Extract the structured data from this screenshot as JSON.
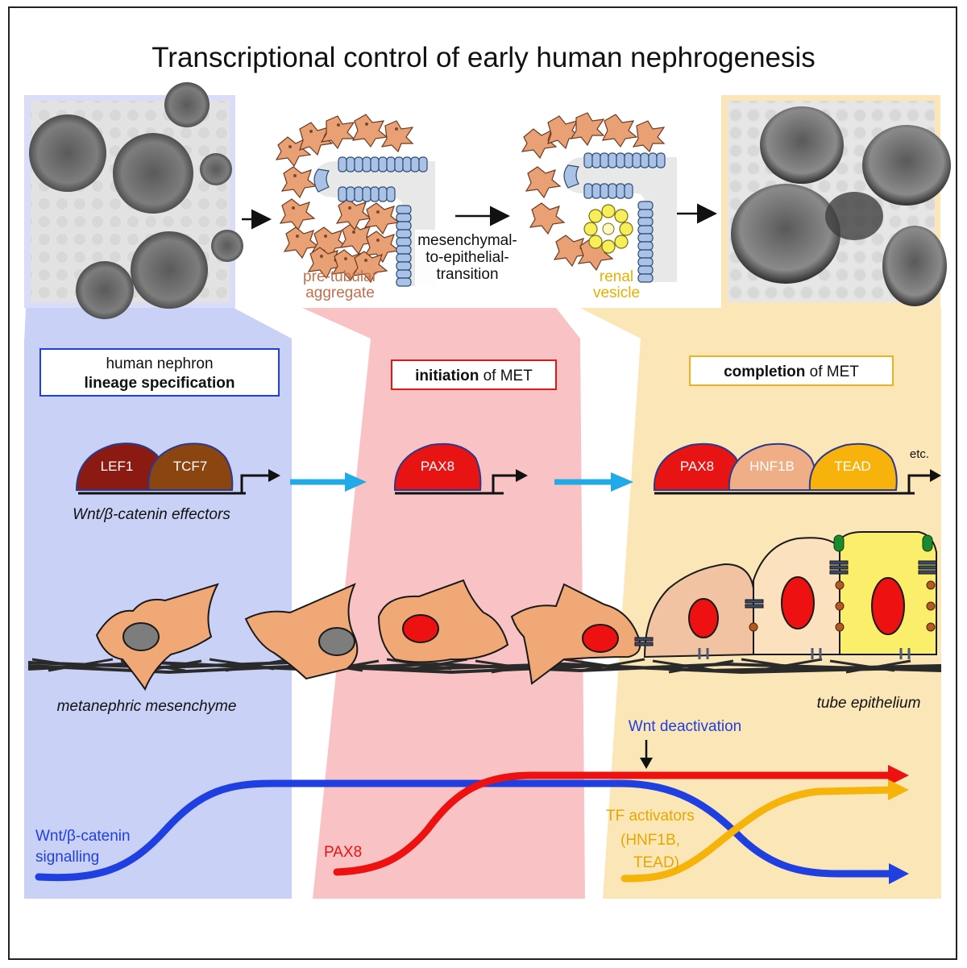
{
  "title": "Transcriptional control of early human nephrogenesis",
  "top_row": {
    "pre_tubular": [
      "pre-tubular",
      "aggregate"
    ],
    "met": [
      "mesenchymal-",
      "to-epithelial-",
      "transition"
    ],
    "renal_vesicle": [
      "renal",
      "vesicle"
    ]
  },
  "stages": {
    "lineage": [
      "human nephron",
      "lineage specification"
    ],
    "initiation": {
      "bold": "initiation",
      "rest": " of MET"
    },
    "completion": {
      "bold": "completion",
      "rest": " of MET"
    }
  },
  "transcription_factors": {
    "stage1": [
      "LEF1",
      "TCF7"
    ],
    "stage1_caption": "Wnt/β-catenin effectors",
    "stage2": [
      "PAX8"
    ],
    "stage3": [
      "PAX8",
      "HNF1B",
      "TEAD"
    ],
    "etc": "etc."
  },
  "cells": {
    "left_caption": "metanephric mesenchyme",
    "right_caption": "tube epithelium"
  },
  "signals": {
    "wnt_deactivation": "Wnt deactivation",
    "wnt_label": [
      "Wnt/β-catenin",
      "signalling"
    ],
    "pax8_label": "PAX8",
    "tf_label": [
      "TF activators",
      "(HNF1B,",
      "TEAD)"
    ]
  },
  "colors": {
    "blue_panel": "#c9d1f7",
    "pink_panel": "#f9c3c5",
    "yellow_panel": "#fbe6b8",
    "wnt_curve": "#1f3fe0",
    "pax8_curve": "#ee1111",
    "tf_curve": "#f6b40a",
    "cyan_arrow": "#22a9e8",
    "cell": "#f0a877"
  }
}
